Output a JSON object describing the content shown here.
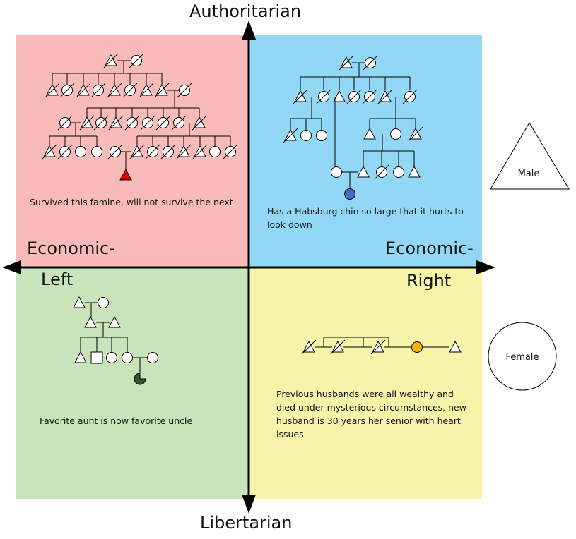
{
  "axes": {
    "top": "Authoritarian",
    "bottom": "Libertarian",
    "left_top": "Economic-",
    "left_bottom": "Left",
    "right_top": "Economic-",
    "right_bottom": "Right"
  },
  "quadrants": {
    "auth_left": {
      "color": "#f8bbba",
      "caption": "Survived this famine, will not survive the next"
    },
    "auth_right": {
      "color": "#93d7f6",
      "caption": "Has a Habsburg chin so large that it hurts to look down"
    },
    "lib_left": {
      "color": "#c9e3bb",
      "caption": "Favorite aunt is now favorite uncle"
    },
    "lib_right": {
      "color": "#f5f4a9",
      "caption": "Previous husbands were all wealthy and died under mysterious circumstances, new husband is 30 years her senior with heart issues"
    }
  },
  "legend": {
    "male_label": "Male",
    "female_label": "Female"
  },
  "highlight_colors": {
    "auth_left_proband": "#e00000",
    "auth_right_proband": "#3f6bc8",
    "lib_left_proband": "#2f5a2a",
    "lib_right_proband": "#f7b500"
  }
}
